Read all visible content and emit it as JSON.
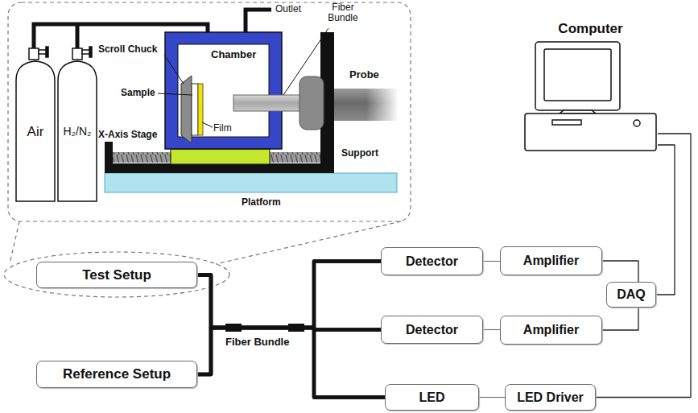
{
  "diagram": {
    "nodes": [
      {
        "text": [
          "Test Setup"
        ]
      },
      {
        "text": [
          "Reference Setup"
        ]
      },
      {
        "text": [
          "Detector"
        ]
      },
      {
        "text": [
          "Detector"
        ]
      },
      {
        "text": [
          "Amplifier"
        ]
      },
      {
        "text": [
          "Amplifier"
        ]
      },
      {
        "text": [
          "DAQ"
        ]
      },
      {
        "text": [
          "LED"
        ]
      },
      {
        "text": [
          "LED Driver"
        ]
      },
      {
        "text": [
          "Computer"
        ]
      }
    ],
    "edges": [
      {
        "from": 0,
        "to": 2,
        "arrow": "none"
      },
      {
        "from": 0,
        "to": 3,
        "arrow": "none"
      },
      {
        "from": 0,
        "to": 7,
        "arrow": "none"
      },
      {
        "from": 1,
        "to": 2,
        "arrow": "none"
      },
      {
        "from": 1,
        "to": 3,
        "arrow": "none"
      },
      {
        "from": 1,
        "to": 7,
        "arrow": "none"
      },
      {
        "from": 2,
        "to": 4,
        "arrow": "none"
      },
      {
        "from": 3,
        "to": 5,
        "arrow": "none"
      },
      {
        "from": 4,
        "to": 6,
        "arrow": "none"
      },
      {
        "from": 5,
        "to": 6,
        "arrow": "none"
      },
      {
        "from": 6,
        "to": 9,
        "arrow": "none"
      },
      {
        "from": 7,
        "to": 8,
        "arrow": "none"
      },
      {
        "from": 8,
        "to": 9,
        "arrow": "none"
      }
    ],
    "labels": [
      "Air",
      "H₂/N₂",
      "Scroll Chuck",
      "Chamber",
      "Sample",
      "Film",
      "Fiber Bundle",
      "Outlet",
      "Probe",
      "X-Axis Stage",
      "Support",
      "Platform",
      "Fiber Bundle"
    ]
  }
}
